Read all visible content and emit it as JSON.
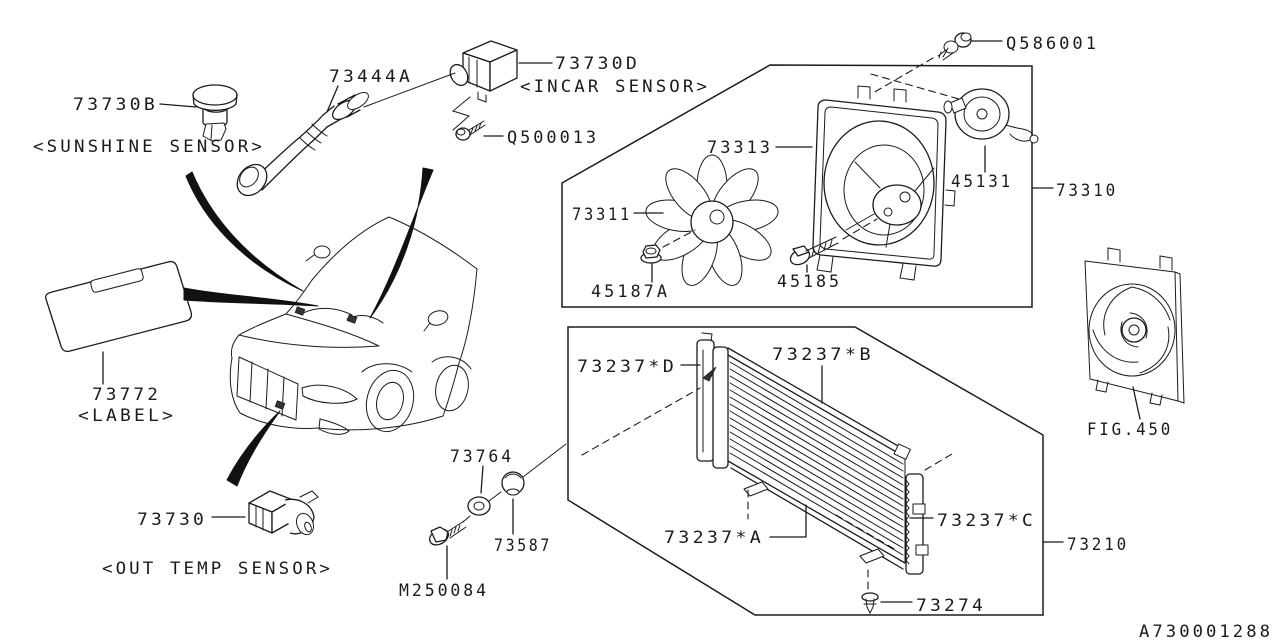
{
  "diagram_id": "A730001288",
  "fig_ref": "FIG.450",
  "colors": {
    "background": "#ffffff",
    "line": "#1b1b1b"
  },
  "parts": {
    "sunshine_sensor": {
      "part_no": "73730B",
      "caption": "<SUNSHINE SENSOR>"
    },
    "duct": {
      "part_no": "73444A"
    },
    "incar_sensor": {
      "part_no": "73730D",
      "caption": "<INCAR SENSOR>"
    },
    "incar_screw": {
      "part_no": "Q500013"
    },
    "shroud_screw": {
      "part_no": "Q586001"
    },
    "fan_shroud": {
      "part_no": "73313"
    },
    "fan_blade": {
      "part_no": "73311"
    },
    "fan_motor": {
      "part_no": "45131"
    },
    "fan_assembly": {
      "part_no": "73310"
    },
    "fan_nut": {
      "part_no": "45187A"
    },
    "motor_bolt": {
      "part_no": "45185"
    },
    "caution_label": {
      "part_no": "73772",
      "caption": "<LABEL>"
    },
    "out_temp_sensor": {
      "part_no": "73730",
      "caption": "<OUT TEMP SENSOR>"
    },
    "washer": {
      "part_no": "73764"
    },
    "grommet": {
      "part_no": "73587"
    },
    "sensor_bolt": {
      "part_no": "M250084"
    },
    "condenser_brkt_d": {
      "part_no": "73237*D"
    },
    "condenser_brkt_b": {
      "part_no": "73237*B"
    },
    "condenser_brkt_a": {
      "part_no": "73237*A"
    },
    "condenser_brkt_c": {
      "part_no": "73237*C"
    },
    "condenser_assembly": {
      "part_no": "73210"
    },
    "clip": {
      "part_no": "73274"
    }
  }
}
